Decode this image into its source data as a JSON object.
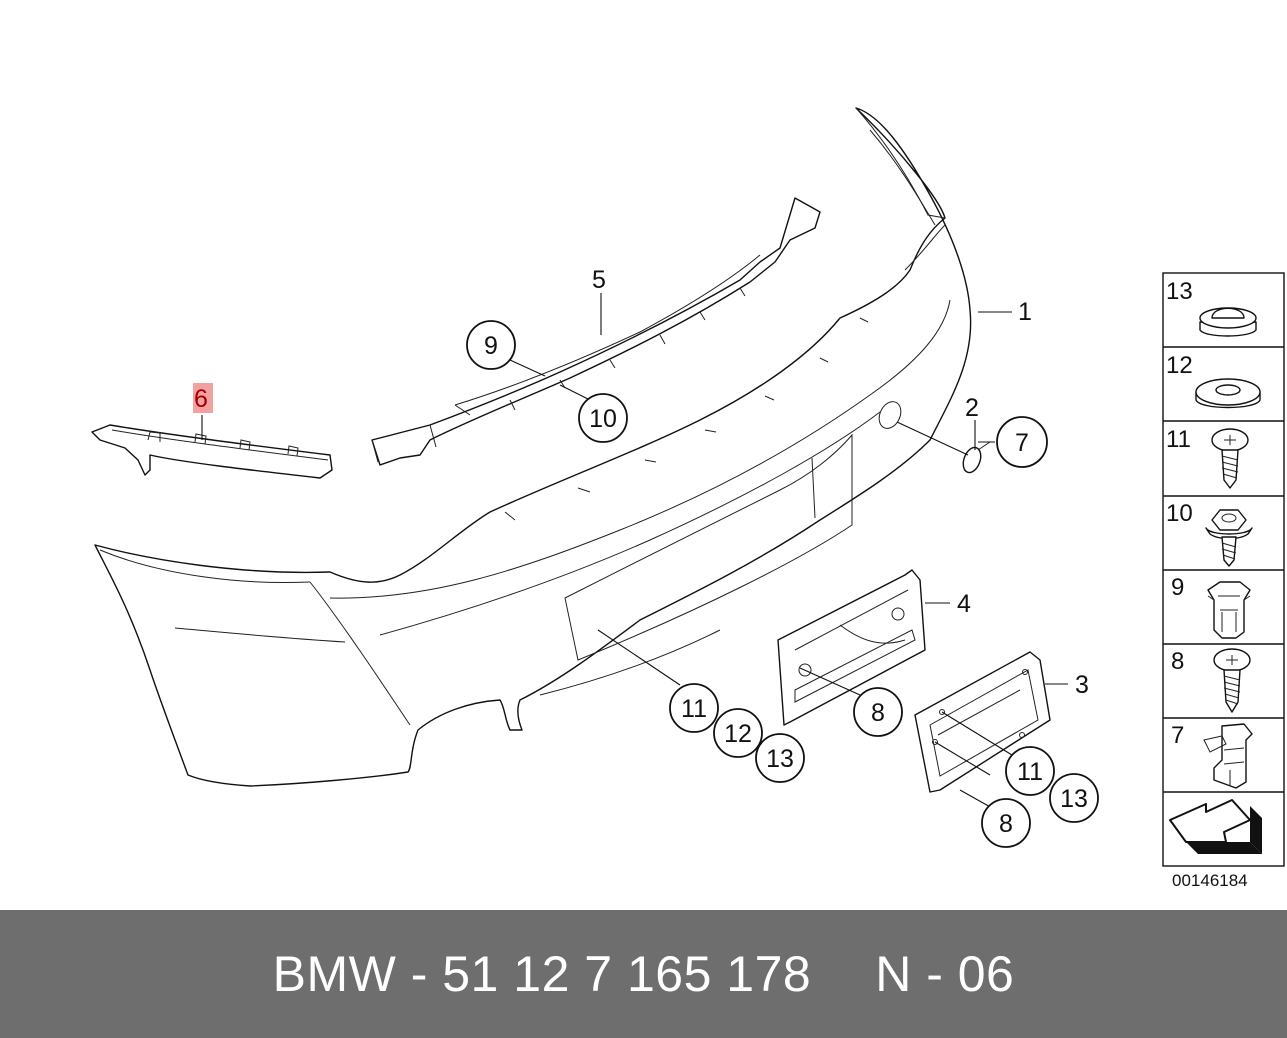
{
  "diagram": {
    "highlight_color": "#f2a0a0",
    "labels": {
      "l1": "1",
      "l2": "2",
      "l3": "3",
      "l4": "4",
      "l5": "5",
      "l6": "6"
    },
    "callouts": {
      "c7": "7",
      "c8a": "8",
      "c8b": "8",
      "c9": "9",
      "c10": "10",
      "c11a": "11",
      "c11b": "11",
      "c12": "12",
      "c13a": "13",
      "c13b": "13"
    },
    "legend": {
      "items": [
        {
          "num": "13",
          "icon": "grommet-icon"
        },
        {
          "num": "12",
          "icon": "washer-icon"
        },
        {
          "num": "11",
          "icon": "screw-icon"
        },
        {
          "num": "10",
          "icon": "hex-bolt-icon"
        },
        {
          "num": "9",
          "icon": "clip-nut-icon"
        },
        {
          "num": "8",
          "icon": "screw-icon"
        },
        {
          "num": "7",
          "icon": "clip-icon"
        }
      ],
      "direction_icon": "arrow-icon"
    },
    "reference_number": "00146184"
  },
  "footer": {
    "part_number": "BMW - 51 12 7 165 178",
    "position": "N - 06"
  }
}
